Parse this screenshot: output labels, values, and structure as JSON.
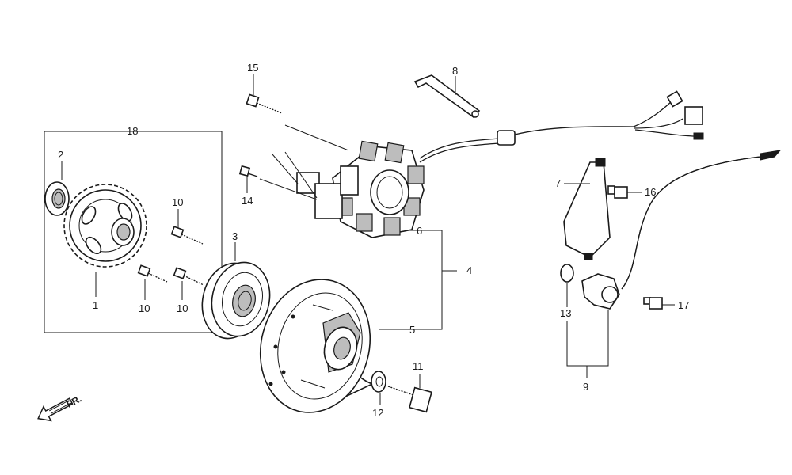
{
  "callouts": {
    "c1": "1",
    "c2": "2",
    "c3": "3",
    "c4": "4",
    "c5": "5",
    "c6": "6",
    "c7": "7",
    "c8": "8",
    "c9": "9",
    "c10a": "10",
    "c10b": "10",
    "c10c": "10",
    "c11": "11",
    "c12": "12",
    "c13": "13",
    "c14": "14",
    "c15": "15",
    "c16": "16",
    "c17": "17",
    "c18": "18"
  },
  "direction_label": "FR."
}
